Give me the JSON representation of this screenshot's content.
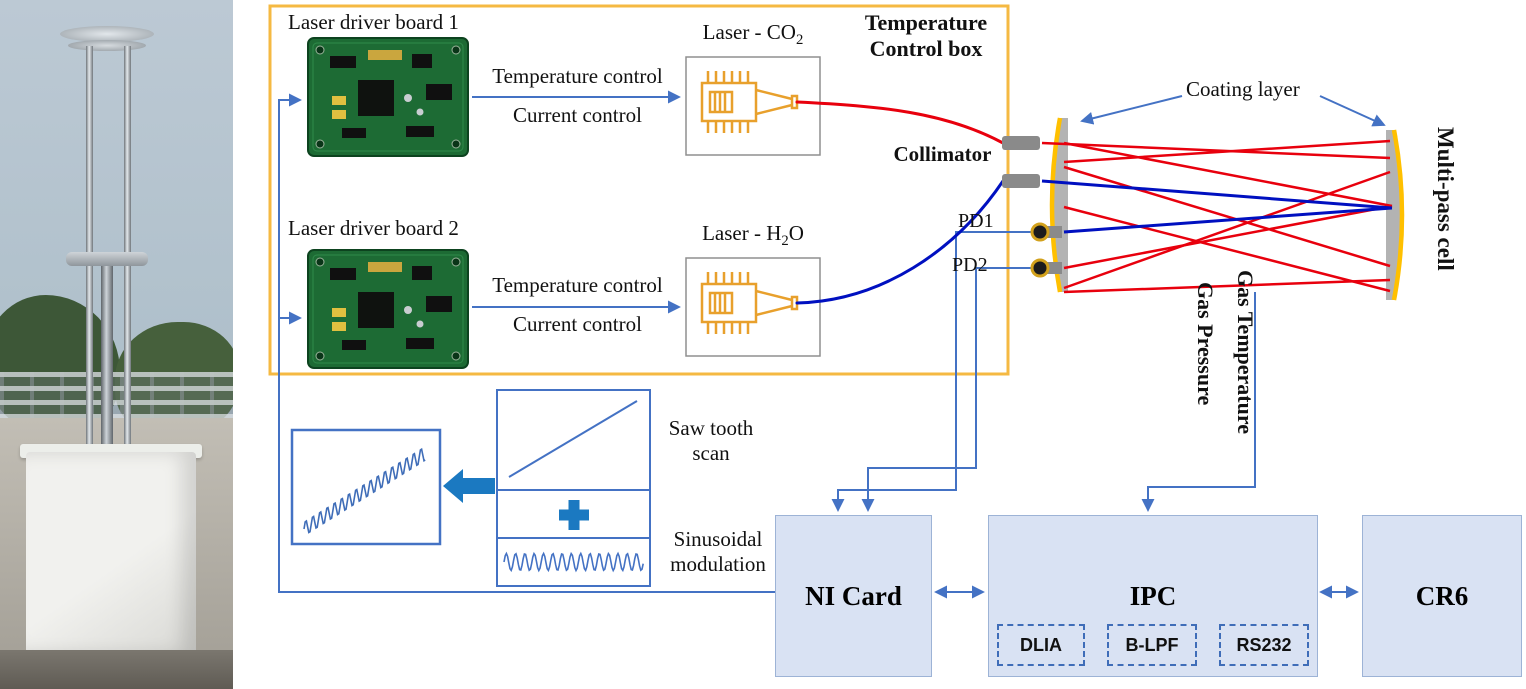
{
  "figure": {
    "control_box": {
      "title_line1": "Temperature",
      "title_line2": "Control box",
      "board1_label": "Laser driver board 1",
      "board2_label": "Laser driver board 2",
      "temp_control": "Temperature control",
      "current_control": "Current control",
      "laser1_main": "Laser - CO",
      "laser1_sub": "2",
      "laser1_tail": "",
      "laser2_main": "Laser - H",
      "laser2_sub": "2",
      "laser2_tail": "O",
      "collimator": "Collimator",
      "pd1": "PD1",
      "pd2": "PD2"
    },
    "cell": {
      "coating_layer": "Coating layer",
      "multipass_cell": "Multi-pass cell",
      "gas_pressure": "Gas Pressure",
      "gas_temperature": "Gas Temperature"
    },
    "modulation": {
      "saw": "Saw tooth scan",
      "sine": "Sinusoidal modulation"
    },
    "devices": {
      "ni_card": "NI Card",
      "ipc": "IPC",
      "cr6": "CR6",
      "modules": [
        "DLIA",
        "B-LPF",
        "RS232"
      ]
    },
    "colors": {
      "accent_blue": "#4472C4",
      "box_orange": "#F5B942",
      "beam_red": "#E8000D",
      "beam_blue": "#0010C0",
      "mirror_gold": "#FFC000",
      "device_fill": "#D9E2F3",
      "pcb_green": "#1D6B34"
    }
  }
}
